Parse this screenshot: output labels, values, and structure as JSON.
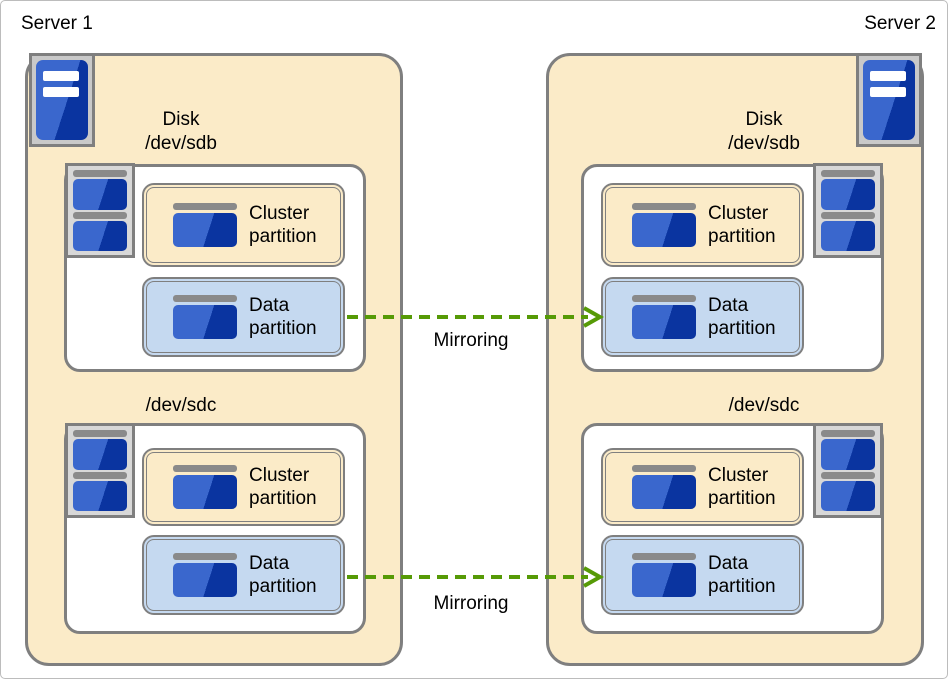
{
  "colors": {
    "server_fill": "#fbebc8",
    "cluster_partition_fill": "#fbebc8",
    "data_partition_fill": "#c5d9f0",
    "border_gray": "#7f7f7f",
    "icon_blue_light": "#3a67cd",
    "icon_blue_dark": "#0a34a0",
    "icon_bar_gray": "#8a8a8a",
    "mirroring_arrow_green": "#569a06"
  },
  "servers": [
    {
      "label": "Server 1",
      "disks": [
        {
          "title": [
            "Disk",
            "/dev/sdb"
          ],
          "partitions": [
            "Cluster partition",
            "Data partition"
          ]
        },
        {
          "title": [
            "/dev/sdc"
          ],
          "partitions": [
            "Cluster partition",
            "Data partition"
          ]
        }
      ]
    },
    {
      "label": "Server 2",
      "disks": [
        {
          "title": [
            "Disk",
            "/dev/sdb"
          ],
          "partitions": [
            "Cluster partition",
            "Data partition"
          ]
        },
        {
          "title": [
            "/dev/sdc"
          ],
          "partitions": [
            "Cluster partition",
            "Data partition"
          ]
        }
      ]
    }
  ],
  "arrows": [
    {
      "label": "Mirroring"
    },
    {
      "label": "Mirroring"
    }
  ]
}
